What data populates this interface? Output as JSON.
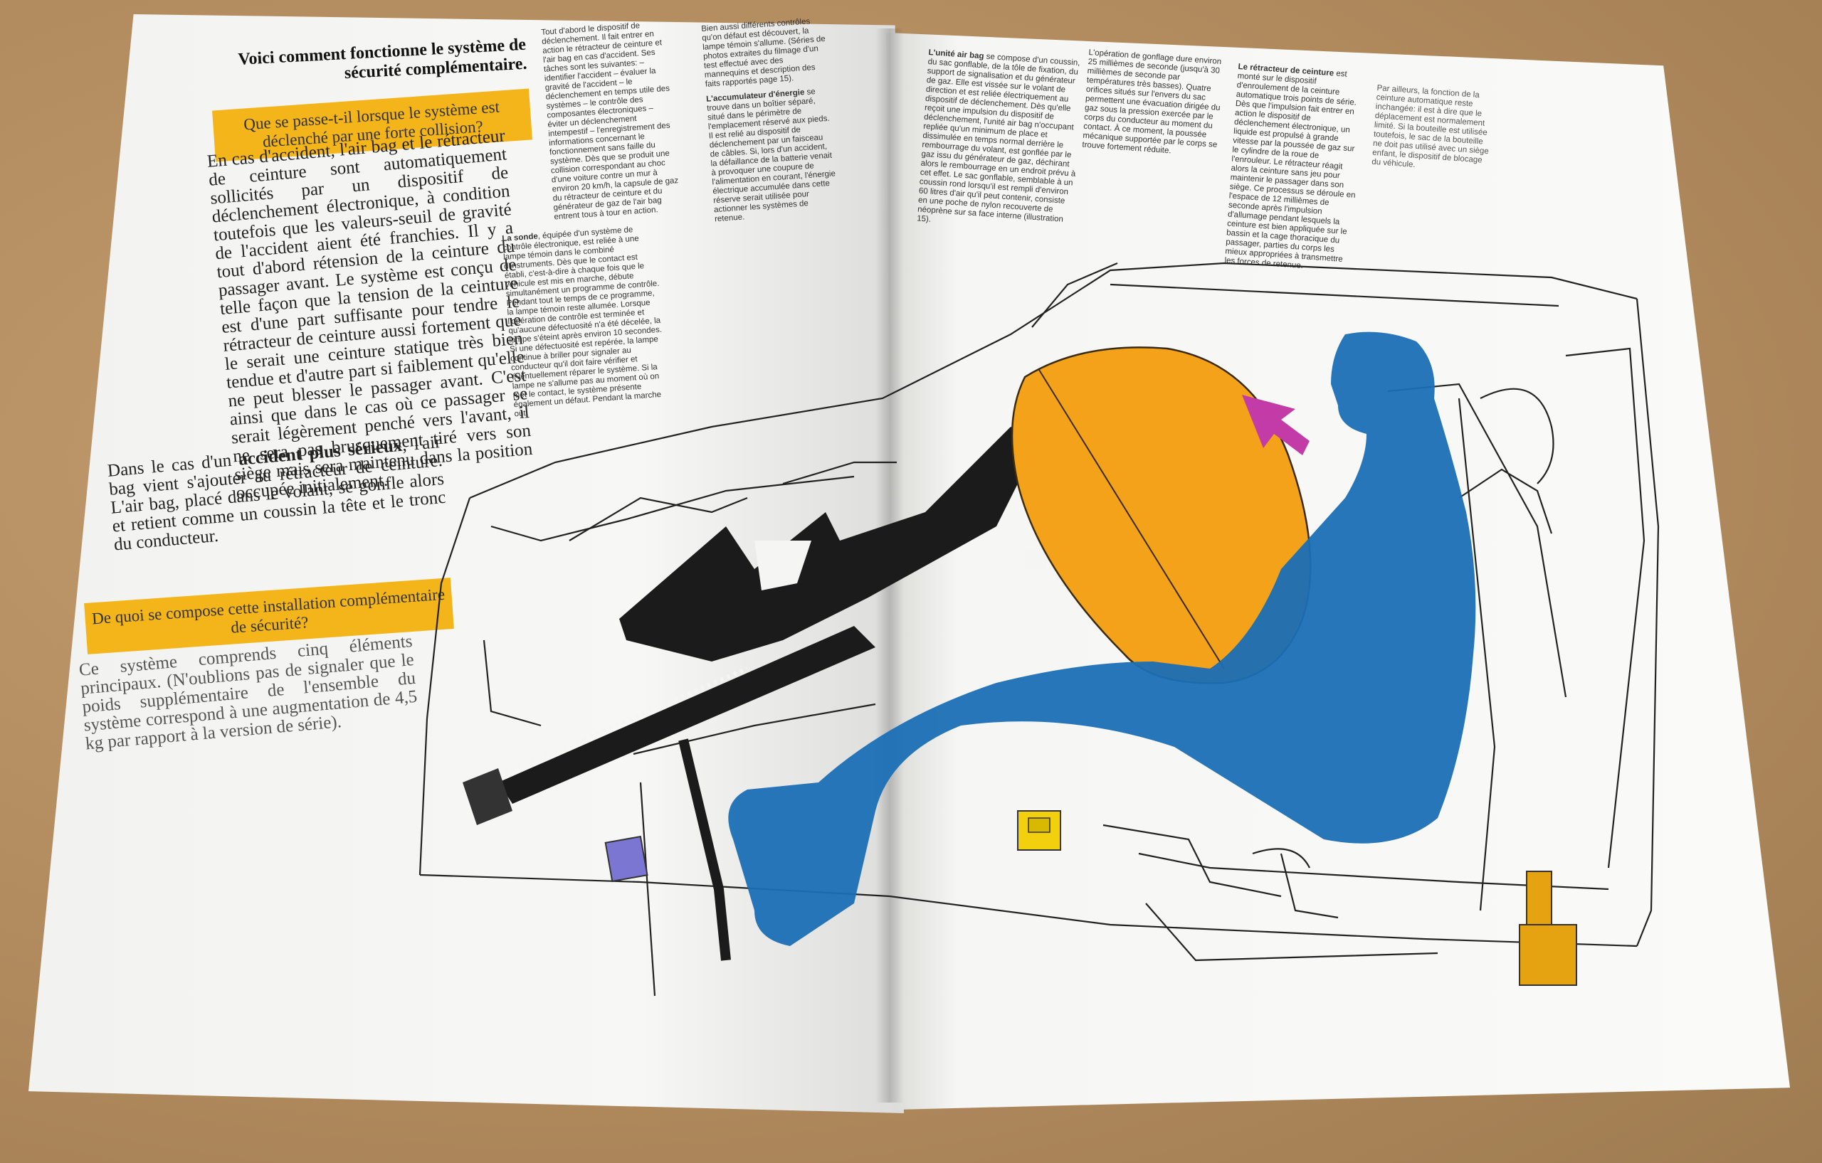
{
  "left_page": {
    "heading": "Voici comment fonctionne le système de sécurité complémentaire.",
    "question1": "Que se passe-t-il lorsque le système est déclenché par une forte collision?",
    "paragraph1": "En cas d'accident, l'air bag et le rétracteur de ceinture sont automatiquement sollicités par un dispositif de déclenchement électronique, à condition toutefois que les valeurs-seuil de gravité de l'accident aient été franchies. Il y a tout d'abord rétension de la ceinture du passager avant. Le système est conçu de telle façon que la tension de la ceinture est d'une part suffisante pour tendre le rétracteur de ceinture aussi fortement que le serait une ceinture statique très bien tendue et d'autre part si faiblement qu'elle ne peut blesser le passager avant. C'est ainsi que dans le cas où ce passager se serait légèrement penché vers l'avant, il ne sera pas brusquement tiré vers son siège mais sera maintenu dans la position occupée initialement.",
    "paragraph2_intro": "Dans le cas d'un",
    "paragraph2_bold": "accident plus sérieux",
    "paragraph2_rest": ", l'air bag vient s'ajouter au rétracteur de ceinture. L'air bag, placé dans le volant, se gonfle alors et retient comme un coussin la tête et le tronc du conducteur.",
    "question2": "De quoi se compose cette installation complémentaire de sécurité?",
    "paragraph3": "Ce système comprends cinq éléments principaux. (N'oublions pas de signaler que le poids supplémentaire de l'ensemble du système correspond à une augmentation de 4,5 kg par rapport à la version de série).",
    "col1_bold": "dispositif de déclenchement",
    "col1": "Tout d'abord le dispositif de déclenchement. Il fait entrer en action le rétracteur de ceinture et l'air bag en cas d'accident. Ses tâches sont les suivantes: – identifier l'accident – évaluer la gravité de l'accident – le déclenchement en temps utile des systèmes – le contrôle des composantes électroniques – éviter un déclenchement intempestif – l'enregistrement des informations concernant le fonctionnement sans faille du système. Dès que se produit une collision correspondant au choc d'une voiture contre un mur à environ 20 km/h, la capsule de gaz du rétracteur de ceinture et du générateur de gaz de l'air bag entrent tous à tour en action.",
    "col2": "Bien aussi différents contrôles qu'on défaut est découvert, la lampe témoin s'allume. (Séries de photos extraites du filmage d'un test effectué avec des mannequins et description des faits rapportés page 15).",
    "col2b_bold": "L'accumulateur d'énergie",
    "col2b": "se trouve dans un boîtier séparé, situé dans le périmètre de l'emplacement réservé aux pieds. Il est relié au dispositif de déclenchement par un faisceau de câbles. Si, lors d'un accident, la défaillance de la batterie venait à provoquer une coupure de l'alimentation en courant, l'énergie électrique accumulée dans cette réserve serait utilisée pour actionner les systèmes de retenue.",
    "col3_bold": "La sonde",
    "col3": ", équipée d'un système de contrôle électronique, est reliée à une lampe témoin dans le combiné d'instruments. Dès que le contact est établi, c'est-à-dire à chaque fois que le véhicule est mis en marche, débute simultanément un programme de contrôle. Pendant tout le temps de ce programme, la lampe témoin reste allumée. Lorsque l'opération de contrôle est terminée et qu'aucune défectuosité n'a été décelée, la lampe s'éteint après environ 10 secondes. Si une défectuosité est repérée, la lampe continue à briller pour signaler au conducteur qu'il doit faire vérifier et éventuellement réparer le système. Si la lampe ne s'allume pas au moment où on met le contact, le système présente également un défaut. Pendant la marche out"
  },
  "right_page": {
    "col4_bold": "L'unité air bag",
    "col4": "se compose d'un coussin, du sac gonflable, de la tôle de fixation, du support de signalisation et du générateur de gaz. Elle est vissée sur le volant de direction et est reliée électriquement au dispositif de déclenchement. Dès qu'elle reçoit une impulsion du dispositif de déclenchement, l'unité air bag n'occupant repliée qu'un minimum de place et dissimulée en temps normal derrière le rembourrage du volant, est gonflée par le gaz issu du générateur de gaz, déchirant alors le rembourrage en un endroit prévu à cet effet. Le sac gonflable, semblable à un coussin rond lorsqu'il est rempli d'environ 60 litres d'air qu'il peut contenir, consiste en une poche de nylon recouverte de néoprène sur sa face interne (illustration 15).",
    "col5": "L'opération de gonflage dure environ 25 millièmes de seconde (jusqu'à 30 millièmes de seconde par températures très basses). Quatre orifices situés sur l'envers du sac permettent une évacuation dirigée du gaz sous la pression exercée par le corps du conducteur au moment du contact. À ce moment, la poussée mécanique supportée par le corps se trouve fortement réduite.",
    "col6_bold": "Le rétracteur de ceinture",
    "col6": "est monté sur le dispositif d'enroulement de la ceinture automatique trois points de série. Dès que l'impulsion fait entrer en action le dispositif de déclenchement électronique, un liquide est propulsé à grande vitesse par la poussée de gaz sur le cylindre de la roue de l'enrouleur. Le rétracteur réagit alors la ceinture sans jeu pour maintenir le passager dans son siège. Ce processus se déroule en l'espace de 12 millièmes de seconde après l'impulsion d'allumage pendant lesquels la ceinture est bien appliquée sur le bassin et la cage thoracique du passager, parties du corps les mieux appropriées à transmettre les forces de retenue.",
    "col7": "Par ailleurs, la fonction de la ceinture automatique reste inchangée: il est à dire que le déplacement est normalement limité. Si la bouteille est utilisée toutefois, le sac de la bouteille ne doit pas utilisé avec un siège enfant, le dispositif de blocage du véhicule."
  },
  "illustration": {
    "airbag_color": "#f3a21a",
    "driver_color": "#1a6fb5",
    "arrow_color": "#c23ba6",
    "sensor_color": "#f2d00e",
    "retractor_color": "#e5a312",
    "accumulator_color": "#7b76d1",
    "icon": "car-cutaway-airbag-diagram"
  }
}
